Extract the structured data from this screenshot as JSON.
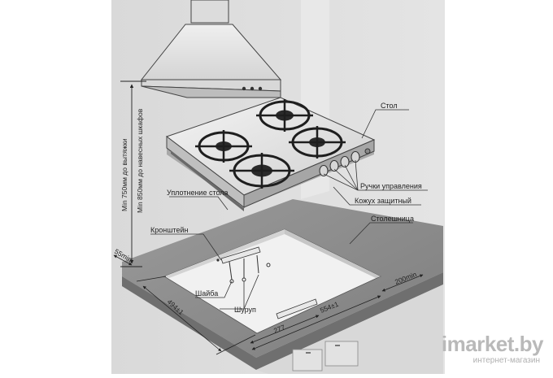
{
  "labels": {
    "table": "Стол",
    "controls": "Ручки управления",
    "seal": "Уплотнение стола",
    "casing": "Кожух защитный",
    "countertop": "Столешница",
    "bracket": "Кронштейн",
    "washer": "Шайба",
    "screw": "Шуруп"
  },
  "vertical_notes": {
    "hood_min": "Min 750мм до вытяжки",
    "cabinet_min": "Min 850мм до навесных шкафов"
  },
  "dimensions": {
    "side_gap": "55min",
    "depth": "494±1",
    "half_width": "277",
    "width": "554±1",
    "back_gap": "200min"
  },
  "watermark": {
    "brand": "imarket.by",
    "subtitle": "интернет-магазин"
  }
}
